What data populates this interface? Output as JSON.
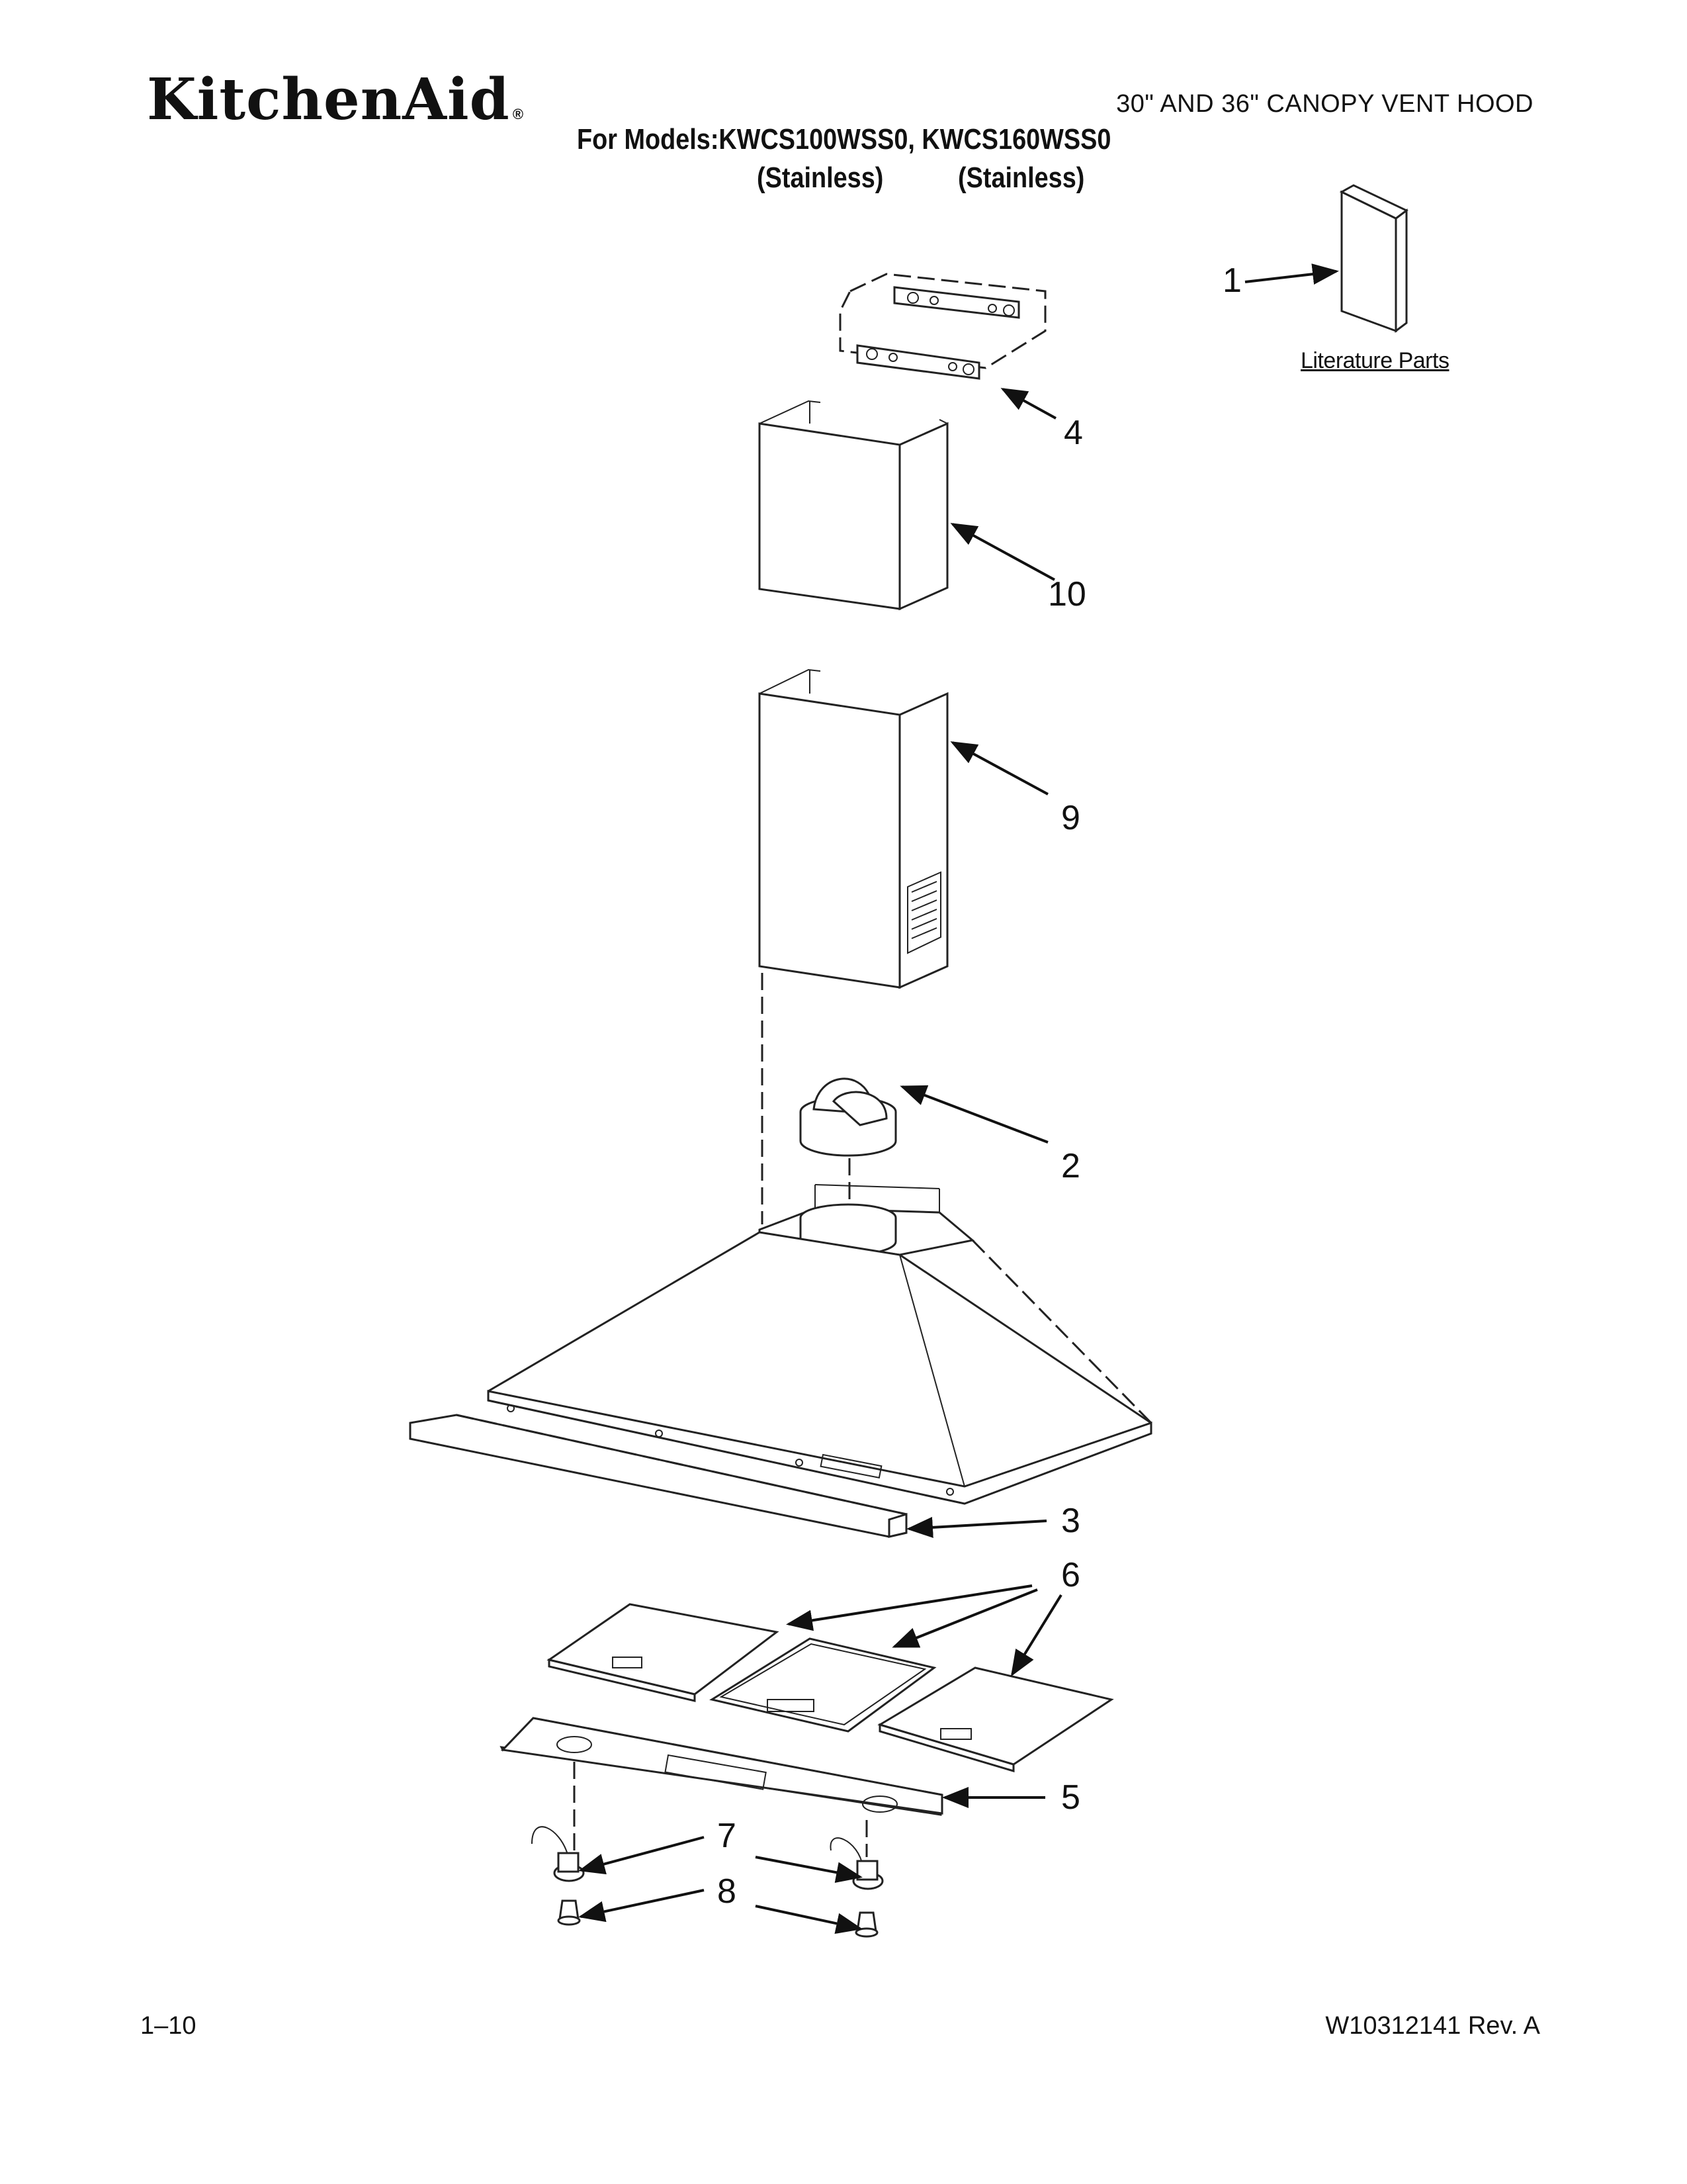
{
  "header": {
    "brand": "KitchenAid",
    "brand_mark": "®",
    "title": "30\" AND 36\" CANOPY VENT HOOD",
    "models_line": "For Models:KWCS100WSS0, KWCS160WSS0",
    "finish_1": "(Stainless)",
    "finish_2": "(Stainless)"
  },
  "literature": {
    "label": "Literature Parts"
  },
  "callouts": {
    "c1": "1",
    "c2": "2",
    "c3": "3",
    "c4": "4",
    "c5": "5",
    "c6": "6",
    "c7": "7",
    "c8": "8",
    "c9": "9",
    "c10": "10"
  },
  "footer": {
    "page": "1–10",
    "doc": "W10312141 Rev. A"
  }
}
